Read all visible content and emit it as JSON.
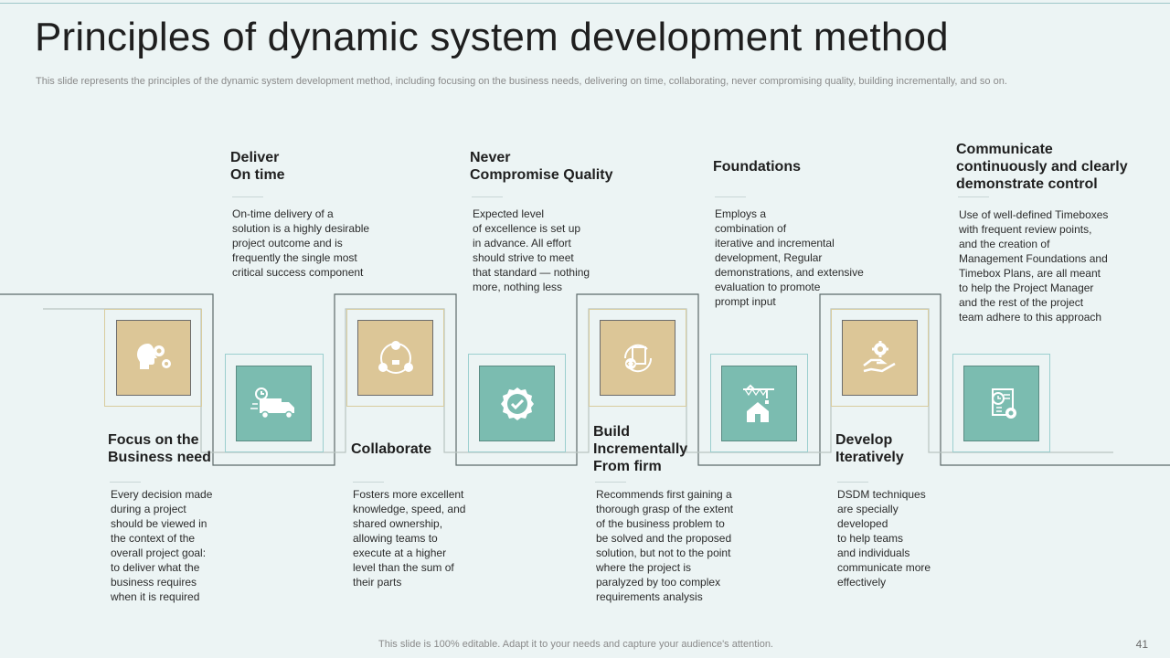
{
  "title": "Principles of dynamic system development method",
  "subtitle": "This slide represents the principles of the dynamic system development method, including focusing on the business needs, delivering on time, collaborating, never compromising quality, building incrementally, and so on.",
  "principles": [
    {
      "heading": [
        "Focus on the",
        "Business need"
      ],
      "desc": [
        "Every decision made",
        "during a project",
        "should be viewed in",
        "the context of the",
        "overall project goal:",
        "to deliver what the",
        "business requires",
        "when it is required"
      ],
      "icon": "head-gears-icon",
      "color": "#dcc697"
    },
    {
      "heading": [
        "Deliver",
        "On time"
      ],
      "desc": [
        "On-time delivery of a",
        "solution is a highly desirable",
        "project outcome and is",
        "frequently the single most",
        "critical success component"
      ],
      "icon": "delivery-truck-icon",
      "color": "#7bbcb0"
    },
    {
      "heading": [
        "Collaborate"
      ],
      "desc": [
        "Fosters more excellent",
        "knowledge, speed, and",
        "shared ownership,",
        "allowing teams to",
        "execute at a higher",
        "level than the sum of",
        "their parts"
      ],
      "icon": "team-circle-icon",
      "color": "#dcc697"
    },
    {
      "heading": [
        "Never",
        "Compromise Quality"
      ],
      "desc": [
        "Expected level",
        "of excellence is set up",
        "in advance.  All effort",
        "should strive to meet",
        "that standard — nothing",
        "more, nothing less"
      ],
      "icon": "quality-badge-icon",
      "color": "#7bbcb0"
    },
    {
      "heading": [
        "Build",
        "Incrementally",
        "From firm"
      ],
      "desc": [
        "Recommends first gaining a",
        "thorough grasp of the extent",
        "of the business problem to",
        "be solved and the proposed",
        "solution, but not to the point",
        "where the project is",
        "paralyzed by too complex",
        "requirements analysis"
      ],
      "icon": "code-cycle-icon",
      "color": "#dcc697"
    },
    {
      "heading": [
        "Foundations"
      ],
      "desc": [
        "Employs a",
        " combination of",
        "iterative and incremental",
        "development,  Regular",
        "demonstrations, and extensive",
        "evaluation  to promote",
        "prompt input"
      ],
      "icon": "house-crane-icon",
      "color": "#7bbcb0"
    },
    {
      "heading": [
        "Develop",
        "Iteratively"
      ],
      "desc": [
        "DSDM techniques",
        "are specially",
        "developed",
        "to help teams",
        "and individuals",
        "communicate more",
        "effectively"
      ],
      "icon": "hand-gear-icon",
      "color": "#dcc697"
    },
    {
      "heading": [
        "Communicate",
        "continuously and clearly",
        "demonstrate control"
      ],
      "desc": [
        "Use of well-defined  Timeboxes",
        "with frequent  review  points,",
        "and the creation of",
        "Management Foundations and",
        "Timebox  Plans, are all meant",
        "to help the Project Manager",
        "and the rest of the project",
        "team adhere  to this approach"
      ],
      "icon": "clock-gear-doc-icon",
      "color": "#7bbcb0"
    }
  ],
  "footer": "This slide is 100% editable. Adapt it to your needs and capture your audience's attention.",
  "page_number": "41"
}
